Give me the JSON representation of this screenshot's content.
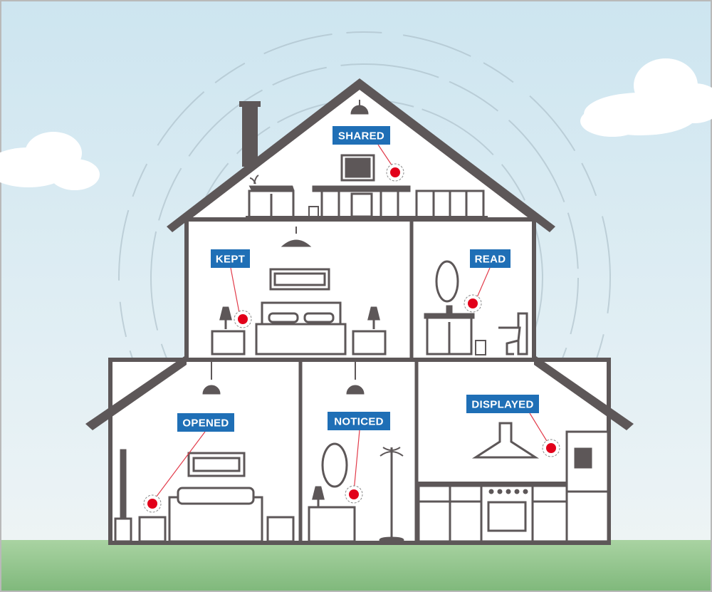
{
  "colors": {
    "sky_top": "#cfe6f1",
    "sky_bottom": "#eef4f6",
    "grass": "#8fc38a",
    "house_line": "#5d5758",
    "label_bg": "#1f6fb6",
    "label_text": "#ffffff",
    "sensor_red": "#e2001a",
    "leader_line": "#e23b4a"
  },
  "icons": {
    "sensor": "smoke-detector-icon",
    "lamp": "pendant-lamp-icon"
  },
  "labels": {
    "shared": "SHARED",
    "kept": "KEPT",
    "read": "READ",
    "opened": "OPENED",
    "noticed": "NOTICED",
    "displayed": "DISPLAYED"
  }
}
